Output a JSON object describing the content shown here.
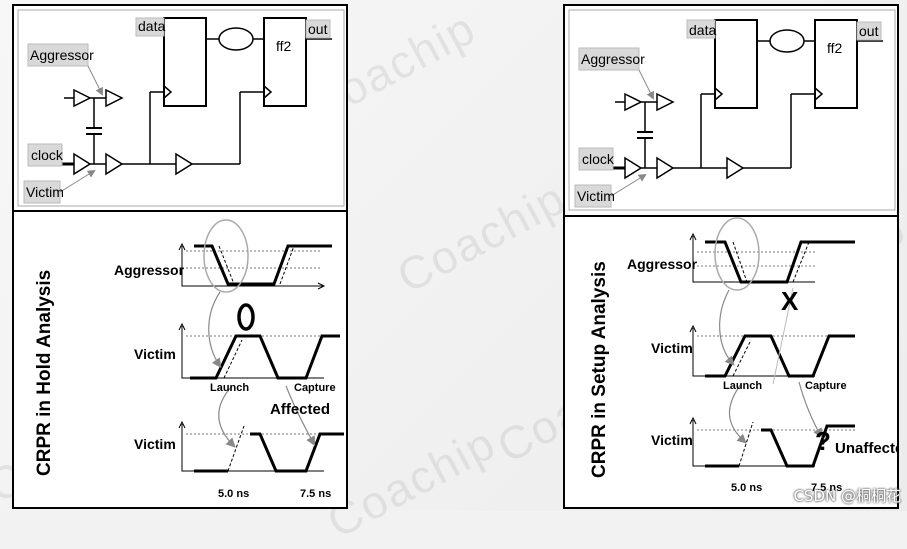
{
  "watermark": "Coachip",
  "credit": "CSDN @桐桐花",
  "panels": {
    "hold": {
      "title": "CRPR in Hold Analysis",
      "circuit": {
        "data": "data",
        "ff2": "ff2",
        "out": "out",
        "aggressor": "Aggressor",
        "clock": "clock",
        "victim": "Victim"
      },
      "waves": {
        "aggressor": "Aggressor",
        "victim1": "Victim",
        "victim2": "Victim",
        "launch": "Launch",
        "capture": "Capture",
        "marker": "O",
        "status": "Affected",
        "t1": "5.0 ns",
        "t2": "7.5 ns"
      }
    },
    "setup": {
      "title": "CRPR in Setup Analysis",
      "circuit": {
        "data": "data",
        "ff2": "ff2",
        "out": "out",
        "aggressor": "Aggressor",
        "clock": "clock",
        "victim": "Victim"
      },
      "waves": {
        "aggressor": "Aggressor",
        "victim1": "Victim",
        "victim2": "Victim",
        "launch": "Launch",
        "capture": "Capture",
        "marker": "X",
        "marker2": "?",
        "status": "Unaffected",
        "t1": "5.0 ns",
        "t2": "7.5 ns"
      }
    }
  }
}
